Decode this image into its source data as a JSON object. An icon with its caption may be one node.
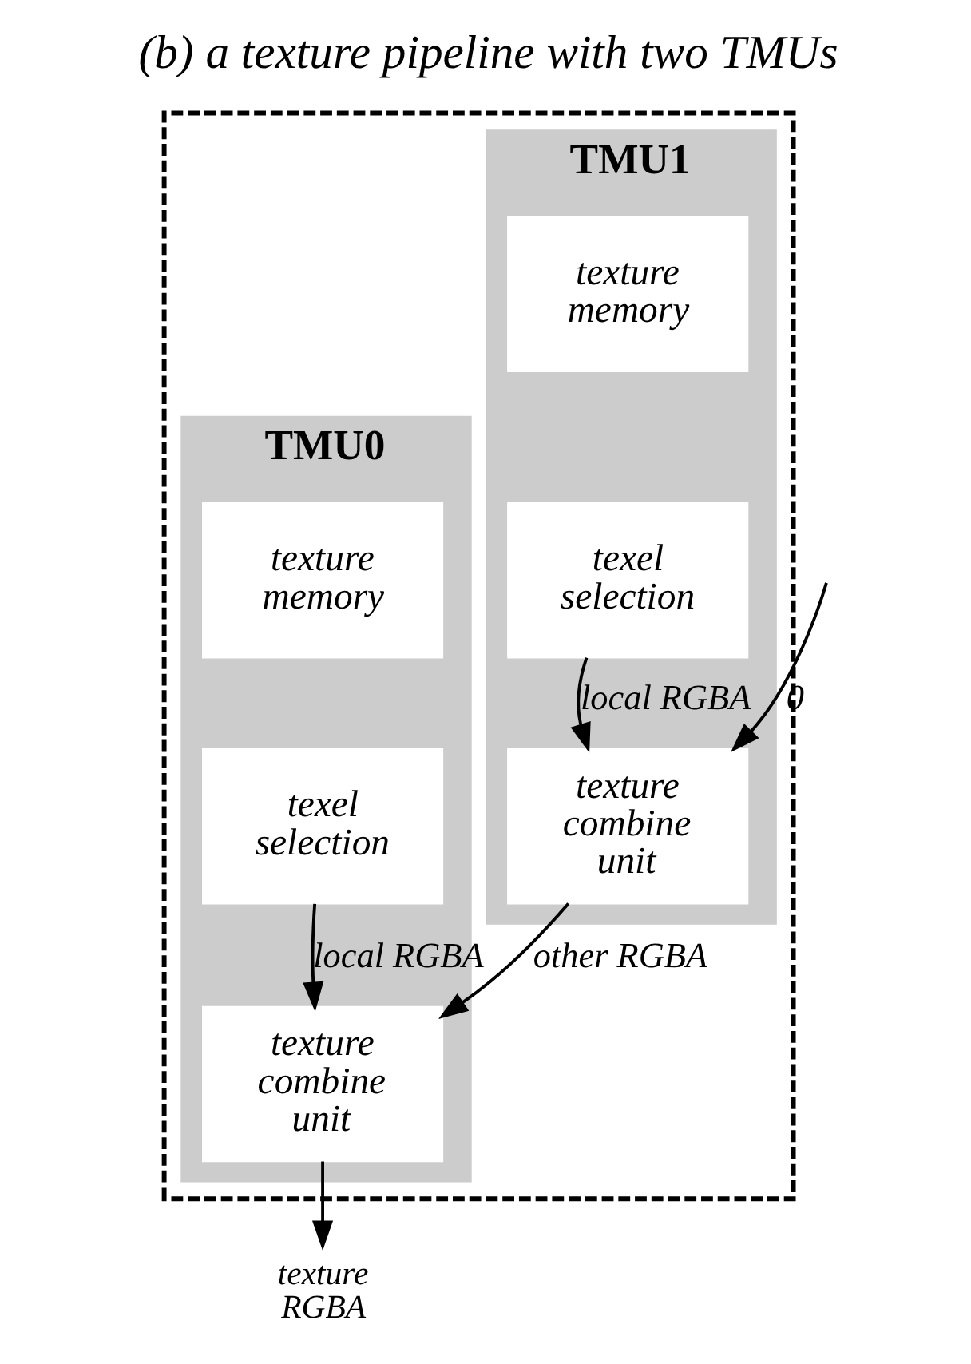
{
  "diagram": {
    "title": "(b) a texture pipeline with two TMUs",
    "nodes": [
      {
        "text": [],
        "shape": "box"
      },
      {
        "text": [
          "TMU1"
        ],
        "in": 0
      },
      {
        "text": [
          "texture memory"
        ],
        "in": 1
      },
      {
        "text": [
          "texel selection"
        ],
        "in": 1
      },
      {
        "text": [
          "texture combine unit"
        ],
        "in": 1
      },
      {
        "text": [
          "TMU0"
        ],
        "in": 0
      },
      {
        "text": [
          "texture memory"
        ],
        "in": 5
      },
      {
        "text": [
          "texel selection"
        ],
        "in": 5
      },
      {
        "text": [
          "texture combine unit"
        ],
        "in": 5
      },
      {
        "text": [
          "texture RGBA"
        ]
      }
    ],
    "edges": [
      {
        "from": 3,
        "to": 4,
        "arrow": "to",
        "label": "local RGBA"
      },
      {
        "from": null,
        "to": 4,
        "arrow": "to",
        "label": "0"
      },
      {
        "from": 4,
        "to": 8,
        "arrow": "to",
        "label": "other RGBA"
      },
      {
        "from": 7,
        "to": 8,
        "arrow": "to",
        "label": "local RGBA"
      },
      {
        "from": 8,
        "to": 9,
        "arrow": "to"
      }
    ]
  }
}
